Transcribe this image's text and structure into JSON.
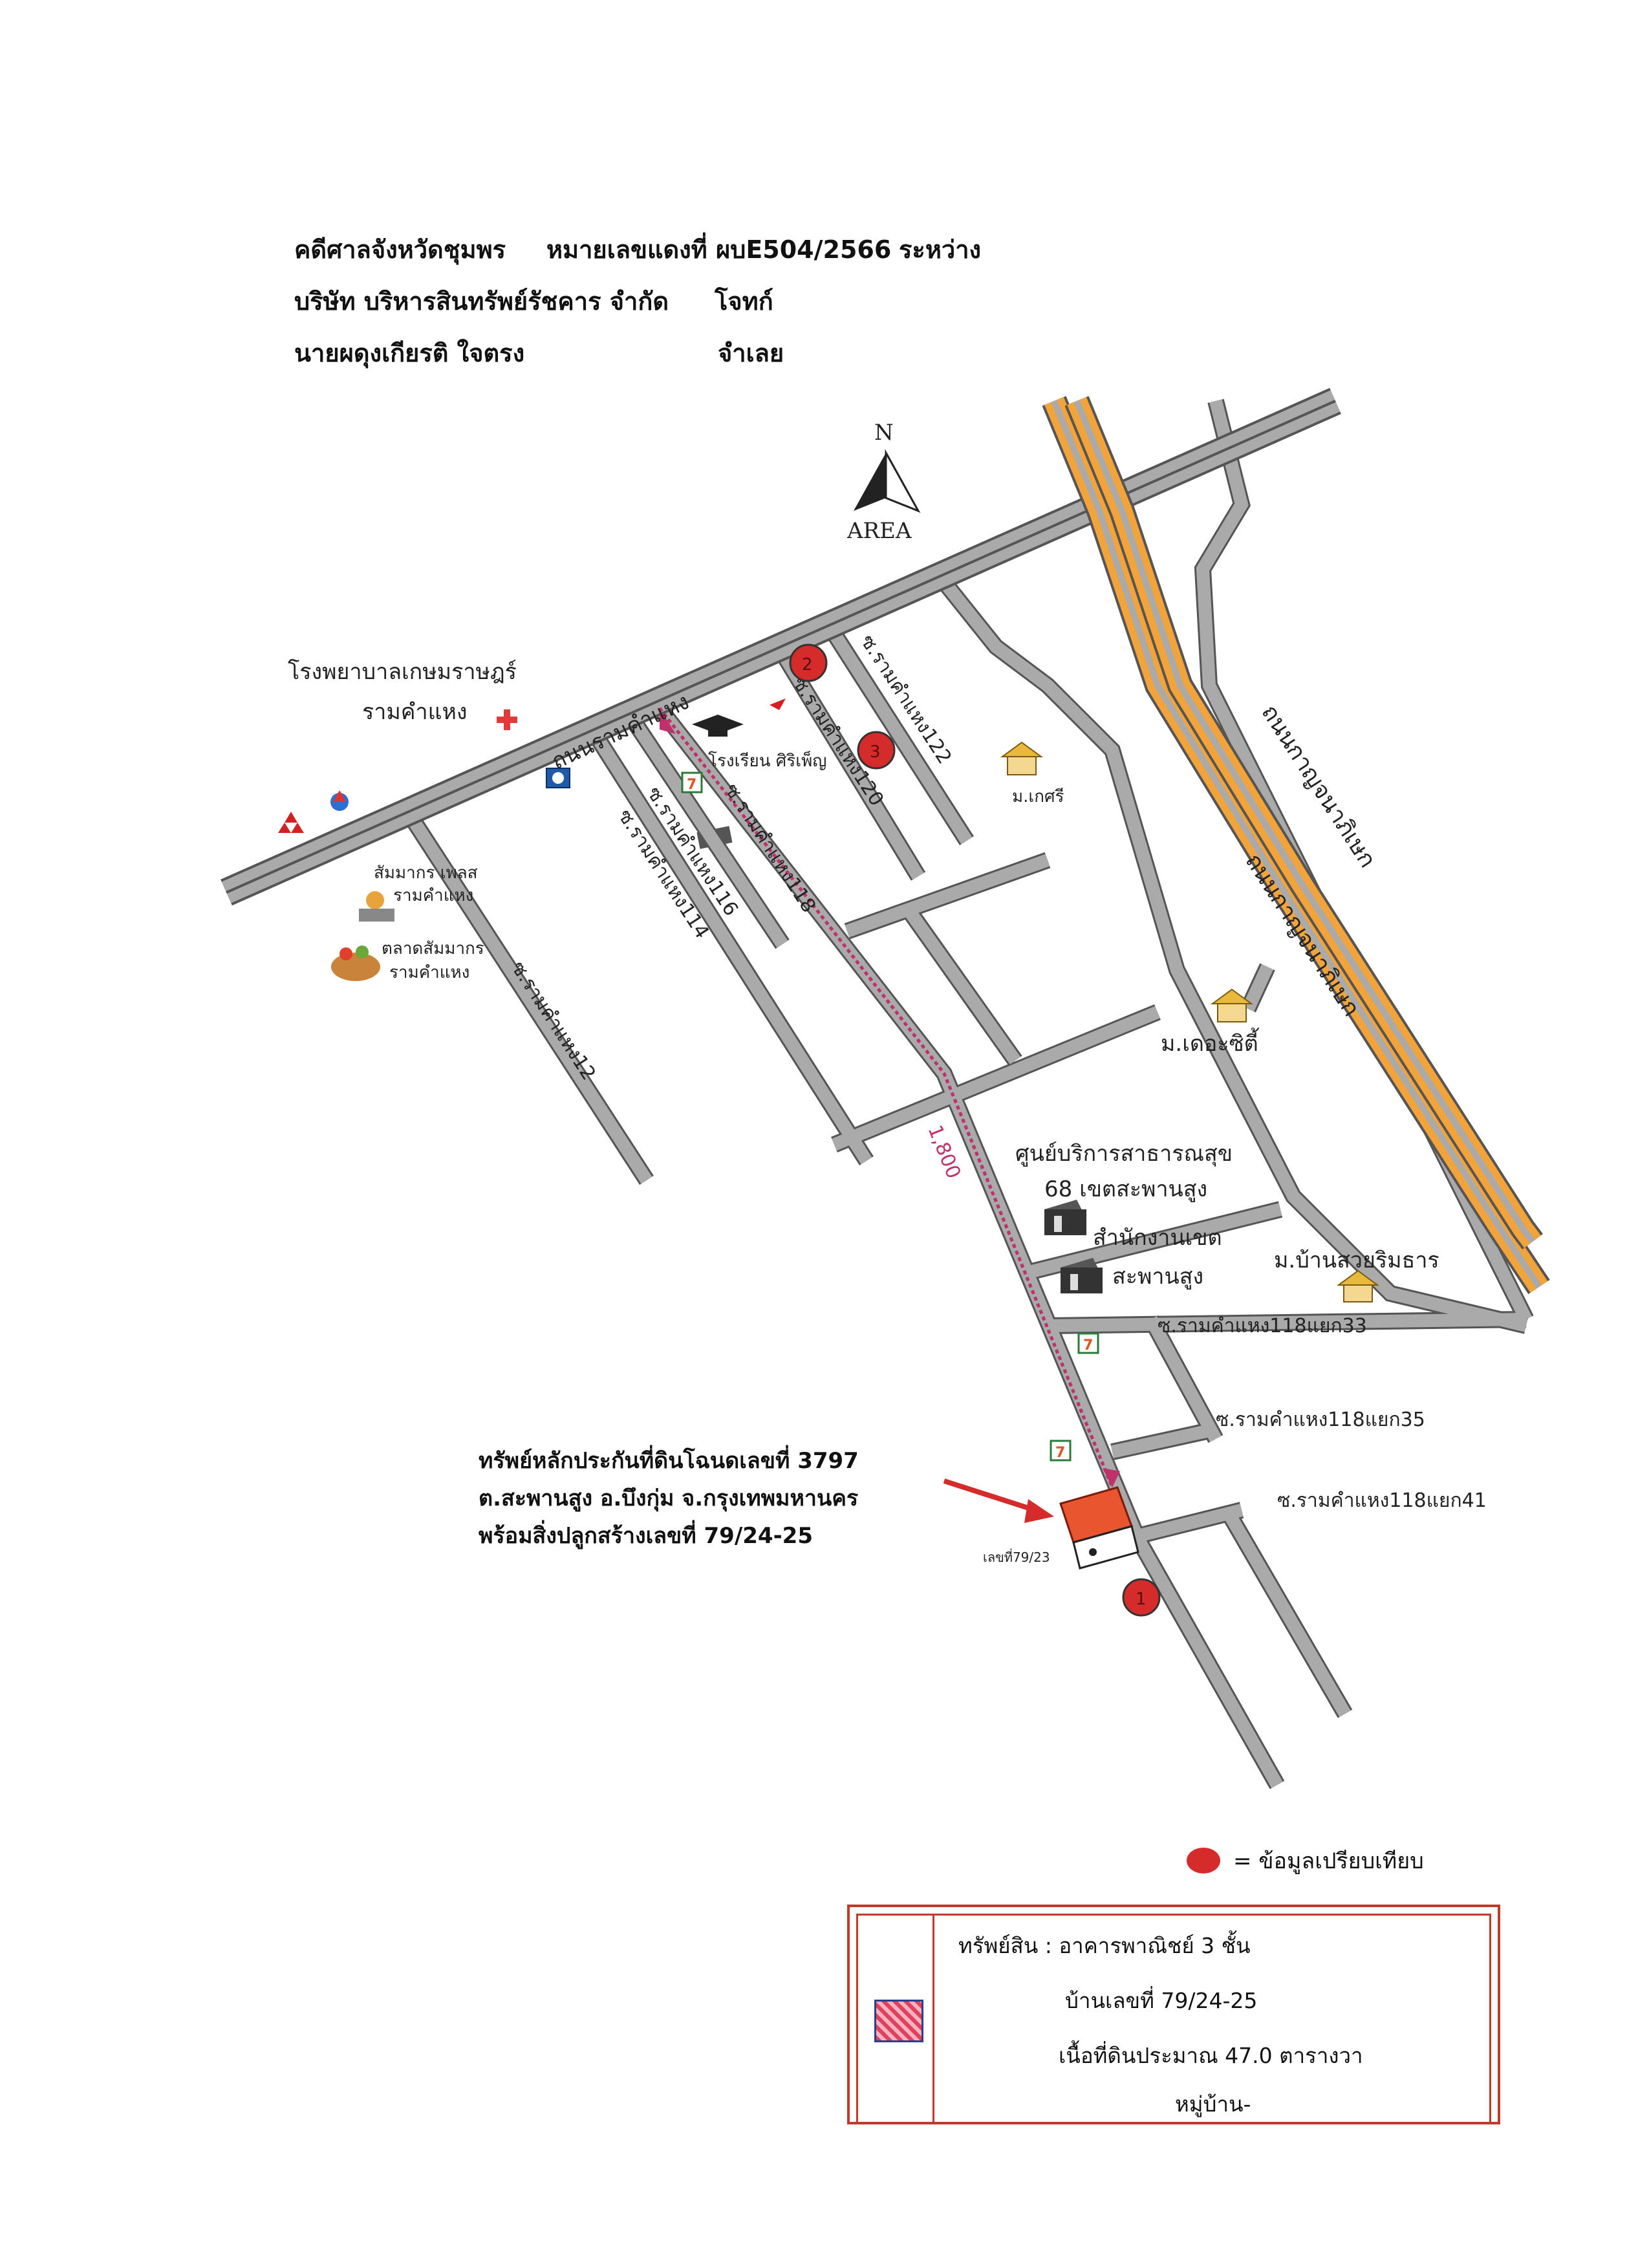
{
  "header": {
    "line1_left": "คดีศาลจังหวัดชุมพร",
    "line1_mid": "หมายเลขแดงที่ ผบE504/2566",
    "line1_right": "ระหว่าง",
    "line2_left": "บริษัท บริหารสินทรัพย์รัชคาร จำกัด",
    "line2_right": "โจทก์",
    "line3_left": "นายผดุงเกียรติ ใจตรง",
    "line3_right": "จำเลย"
  },
  "compass": {
    "north": "N",
    "area": "AREA"
  },
  "roads": {
    "ramkhamhaeng": "ถนนรามคำแหง",
    "kanchanaphisek_1": "ถนนกาญจนาภิเษก",
    "kanchanaphisek_2": "ถนนกาญจนาภิเษก",
    "soi_122": "ซ.รามคำแหง122",
    "soi_120": "ซ.รามคำแหง120",
    "soi_118": "ซ.รามคำแหง118",
    "soi_116": "ซ.รามคำแหง116",
    "soi_114": "ซ.รามคำแหง114",
    "soi_112": "ซ.รามคำแหง12",
    "soi_118_33": "ซ.รามคำแหง118แยก33",
    "soi_118_35": "ซ.รามคำแหง118แยก35",
    "soi_118_41": "ซ.รามคำแหง118แยก41"
  },
  "distance": "1,800",
  "pois": {
    "hospital_line1": "โรงพยาบาลเกษมราษฎร์",
    "hospital_line2": "รามคำแหง",
    "school": "โรงเรียน ศิริเพ็ญ",
    "village_kesri": "ม.เกศรี",
    "village_the_city": "ม.เดอะซิตี้",
    "village_suan": "ม.บ้านสวยริมธาร",
    "health_center_line1": "ศูนย์บริการสาธารณสุข",
    "health_center_line2": "68 เขตสะพานสูง",
    "district_office_line1": "สำนักงานเขต",
    "district_office_line2": "สะพานสูง",
    "market1_line1": "สัมมากร เพลส",
    "market1_line2": "รามคำแหง",
    "market2_line1": "ตลาดสัมมากร",
    "market2_line2": "รามคำแหง",
    "parcel_label": "เลขที่79/23"
  },
  "comparison_markers": [
    "1",
    "2",
    "3"
  ],
  "asset_note": {
    "line1": "ทรัพย์หลักประกันที่ดินโฉนดเลขที่ 3797",
    "line2": "ต.สะพานสูง อ.บึงกุ่ม จ.กรุงเทพมหานคร",
    "line3": "พร้อมสิ่งปลูกสร้างเลขที่ 79/24-25"
  },
  "legend": {
    "comparison": "= ข้อมูลเปรียบเทียบ"
  },
  "info_box": {
    "line1": "ทรัพย์สิน : อาคารพาณิชย์ 3 ชั้น",
    "line2": "บ้านเลขที่ 79/24-25",
    "line3": "เนื้อที่ดินประมาณ 47.0 ตารางวา",
    "line4": "หมู่บ้าน-"
  },
  "colors": {
    "road": "#a9a9a9",
    "road_edge": "#555555",
    "highway": "#f2a33a",
    "route": "#c0306a",
    "marker": "#d62b2b",
    "property": "#e8552e"
  }
}
